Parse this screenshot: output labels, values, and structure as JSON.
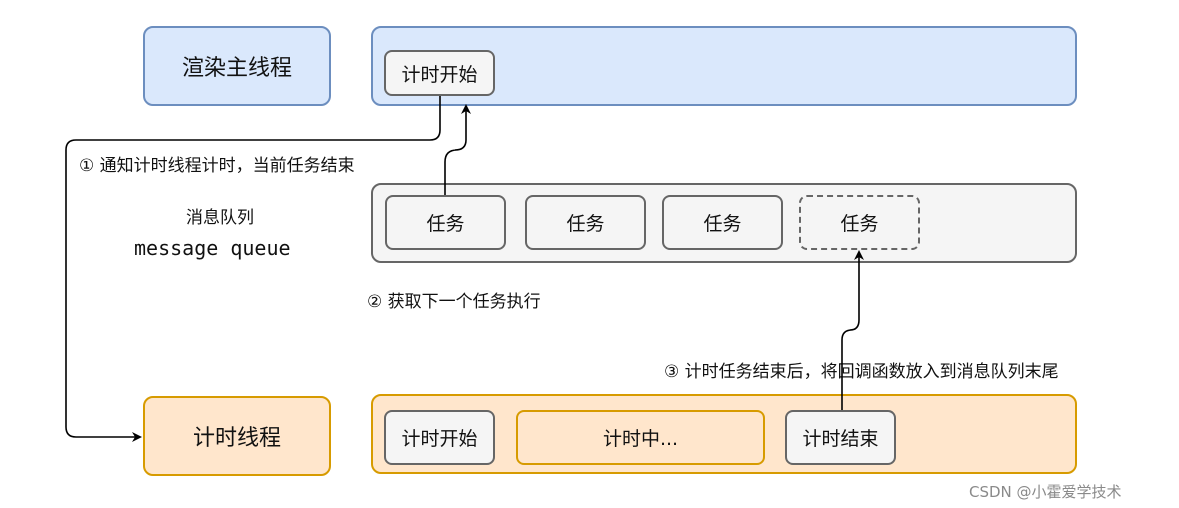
{
  "render_thread": {
    "label": "渲染主线程",
    "chip": "计时开始"
  },
  "message_queue": {
    "label_cn": "消息队列",
    "label_en": "message queue",
    "tasks": [
      "任务",
      "任务",
      "任务",
      "任务"
    ]
  },
  "timer_thread": {
    "label": "计时线程",
    "chip_start": "计时开始",
    "chip_running": "计时中...",
    "chip_end": "计时结束"
  },
  "steps": {
    "step1": "① 通知计时线程计时，当前任务结束",
    "step2": "② 获取下一个任务执行",
    "step3": "③ 计时任务结束后，将回调函数放入到消息队列末尾"
  },
  "watermark": "CSDN @小霍爱学技术",
  "colors": {
    "blue_fill": "#dae8fc",
    "blue_stroke": "#6c8ebf",
    "orange_fill": "#ffe6cc",
    "orange_stroke": "#d79b00",
    "gray_fill": "#f5f5f5",
    "gray_stroke": "#666666"
  }
}
